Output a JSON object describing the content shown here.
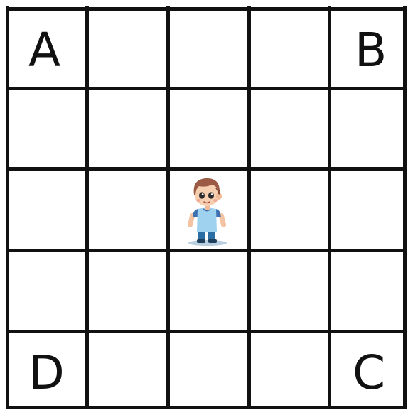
{
  "board": {
    "rows": 5,
    "cols": 5,
    "corner_labels": {
      "top_left": "A",
      "top_right": "B",
      "bottom_right": "C",
      "bottom_left": "D"
    },
    "character": {
      "icon": "child-character-icon",
      "row": 3,
      "col": 3
    },
    "colors": {
      "line": "#111111",
      "background": "#ffffff"
    }
  }
}
